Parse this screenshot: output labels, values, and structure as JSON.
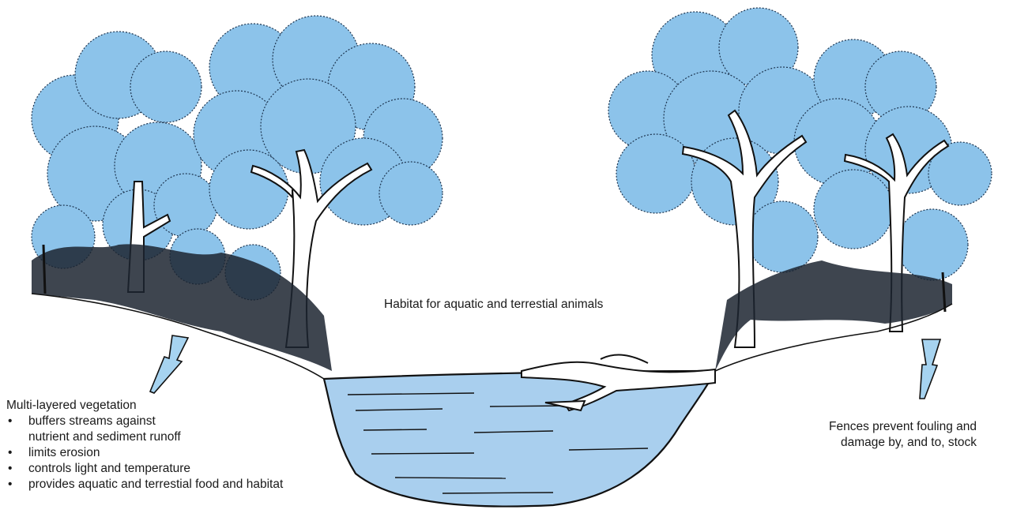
{
  "labels": {
    "habitat": "Habitat for aquatic and terrestial animals",
    "fence_line1": "Fences prevent fouling and",
    "fence_line2": "damage by, and to, stock",
    "vegetation_heading": "Multi-layered vegetation",
    "vegetation_items": [
      {
        "line1": "buffers streams against",
        "line2": "nutrient and sediment runoff"
      },
      {
        "line1": "limits erosion",
        "line2": ""
      },
      {
        "line1": "controls light and temperature",
        "line2": ""
      },
      {
        "line1": "provides aquatic and terrestial food and habitat",
        "line2": ""
      }
    ],
    "bullet": "•"
  },
  "colors": {
    "foliage": "#8cc3ea",
    "foliage_dark": "#5fa6db",
    "ink": "#111111",
    "water": "#a9cfee",
    "arrow_fill": "#a6d3f0"
  },
  "icons": {
    "left_arrow": "up-arrow-icon",
    "right_arrow": "up-arrow-icon"
  }
}
